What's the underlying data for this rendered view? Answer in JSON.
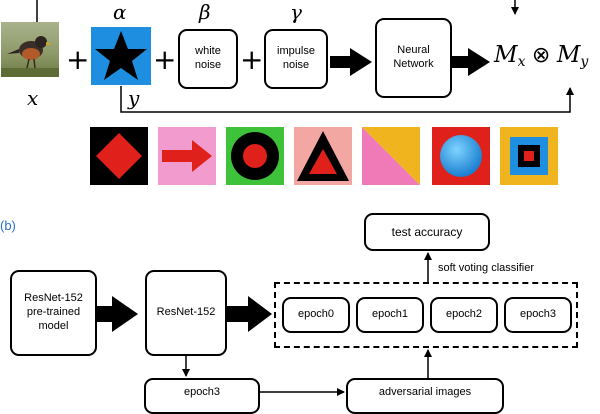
{
  "panel_a": {
    "var_x": "x",
    "var_y": "y",
    "alpha": "α",
    "beta": "β",
    "gamma": "γ",
    "plus": "+",
    "white_noise": "white\nnoise",
    "impulse_noise": "impulse\nnoise",
    "neural_network": "Neural\nNetwork",
    "output_left": "M",
    "output_left_sub": "x",
    "otimes": "⊗",
    "output_right": "M",
    "output_right_sub": "y",
    "pattern_icons": [
      "red-diamond-on-black",
      "red-arrow-on-pink",
      "red-ring-on-green",
      "red-triangle-on-pink",
      "split-pink-yellow",
      "blue-circle-on-red",
      "nested-squares-on-yellow"
    ]
  },
  "panel_b": {
    "label": "(b)",
    "resnet_pretrained": "ResNet-152\npre-trained\nmodel",
    "resnet": "ResNet-152",
    "epochs": [
      "epoch0",
      "epoch1",
      "epoch2",
      "epoch3"
    ],
    "test_accuracy": "test accuracy",
    "soft_voting": "soft voting classifier",
    "epoch3_bottom": "epoch3",
    "adversarial": "adversarial images"
  }
}
